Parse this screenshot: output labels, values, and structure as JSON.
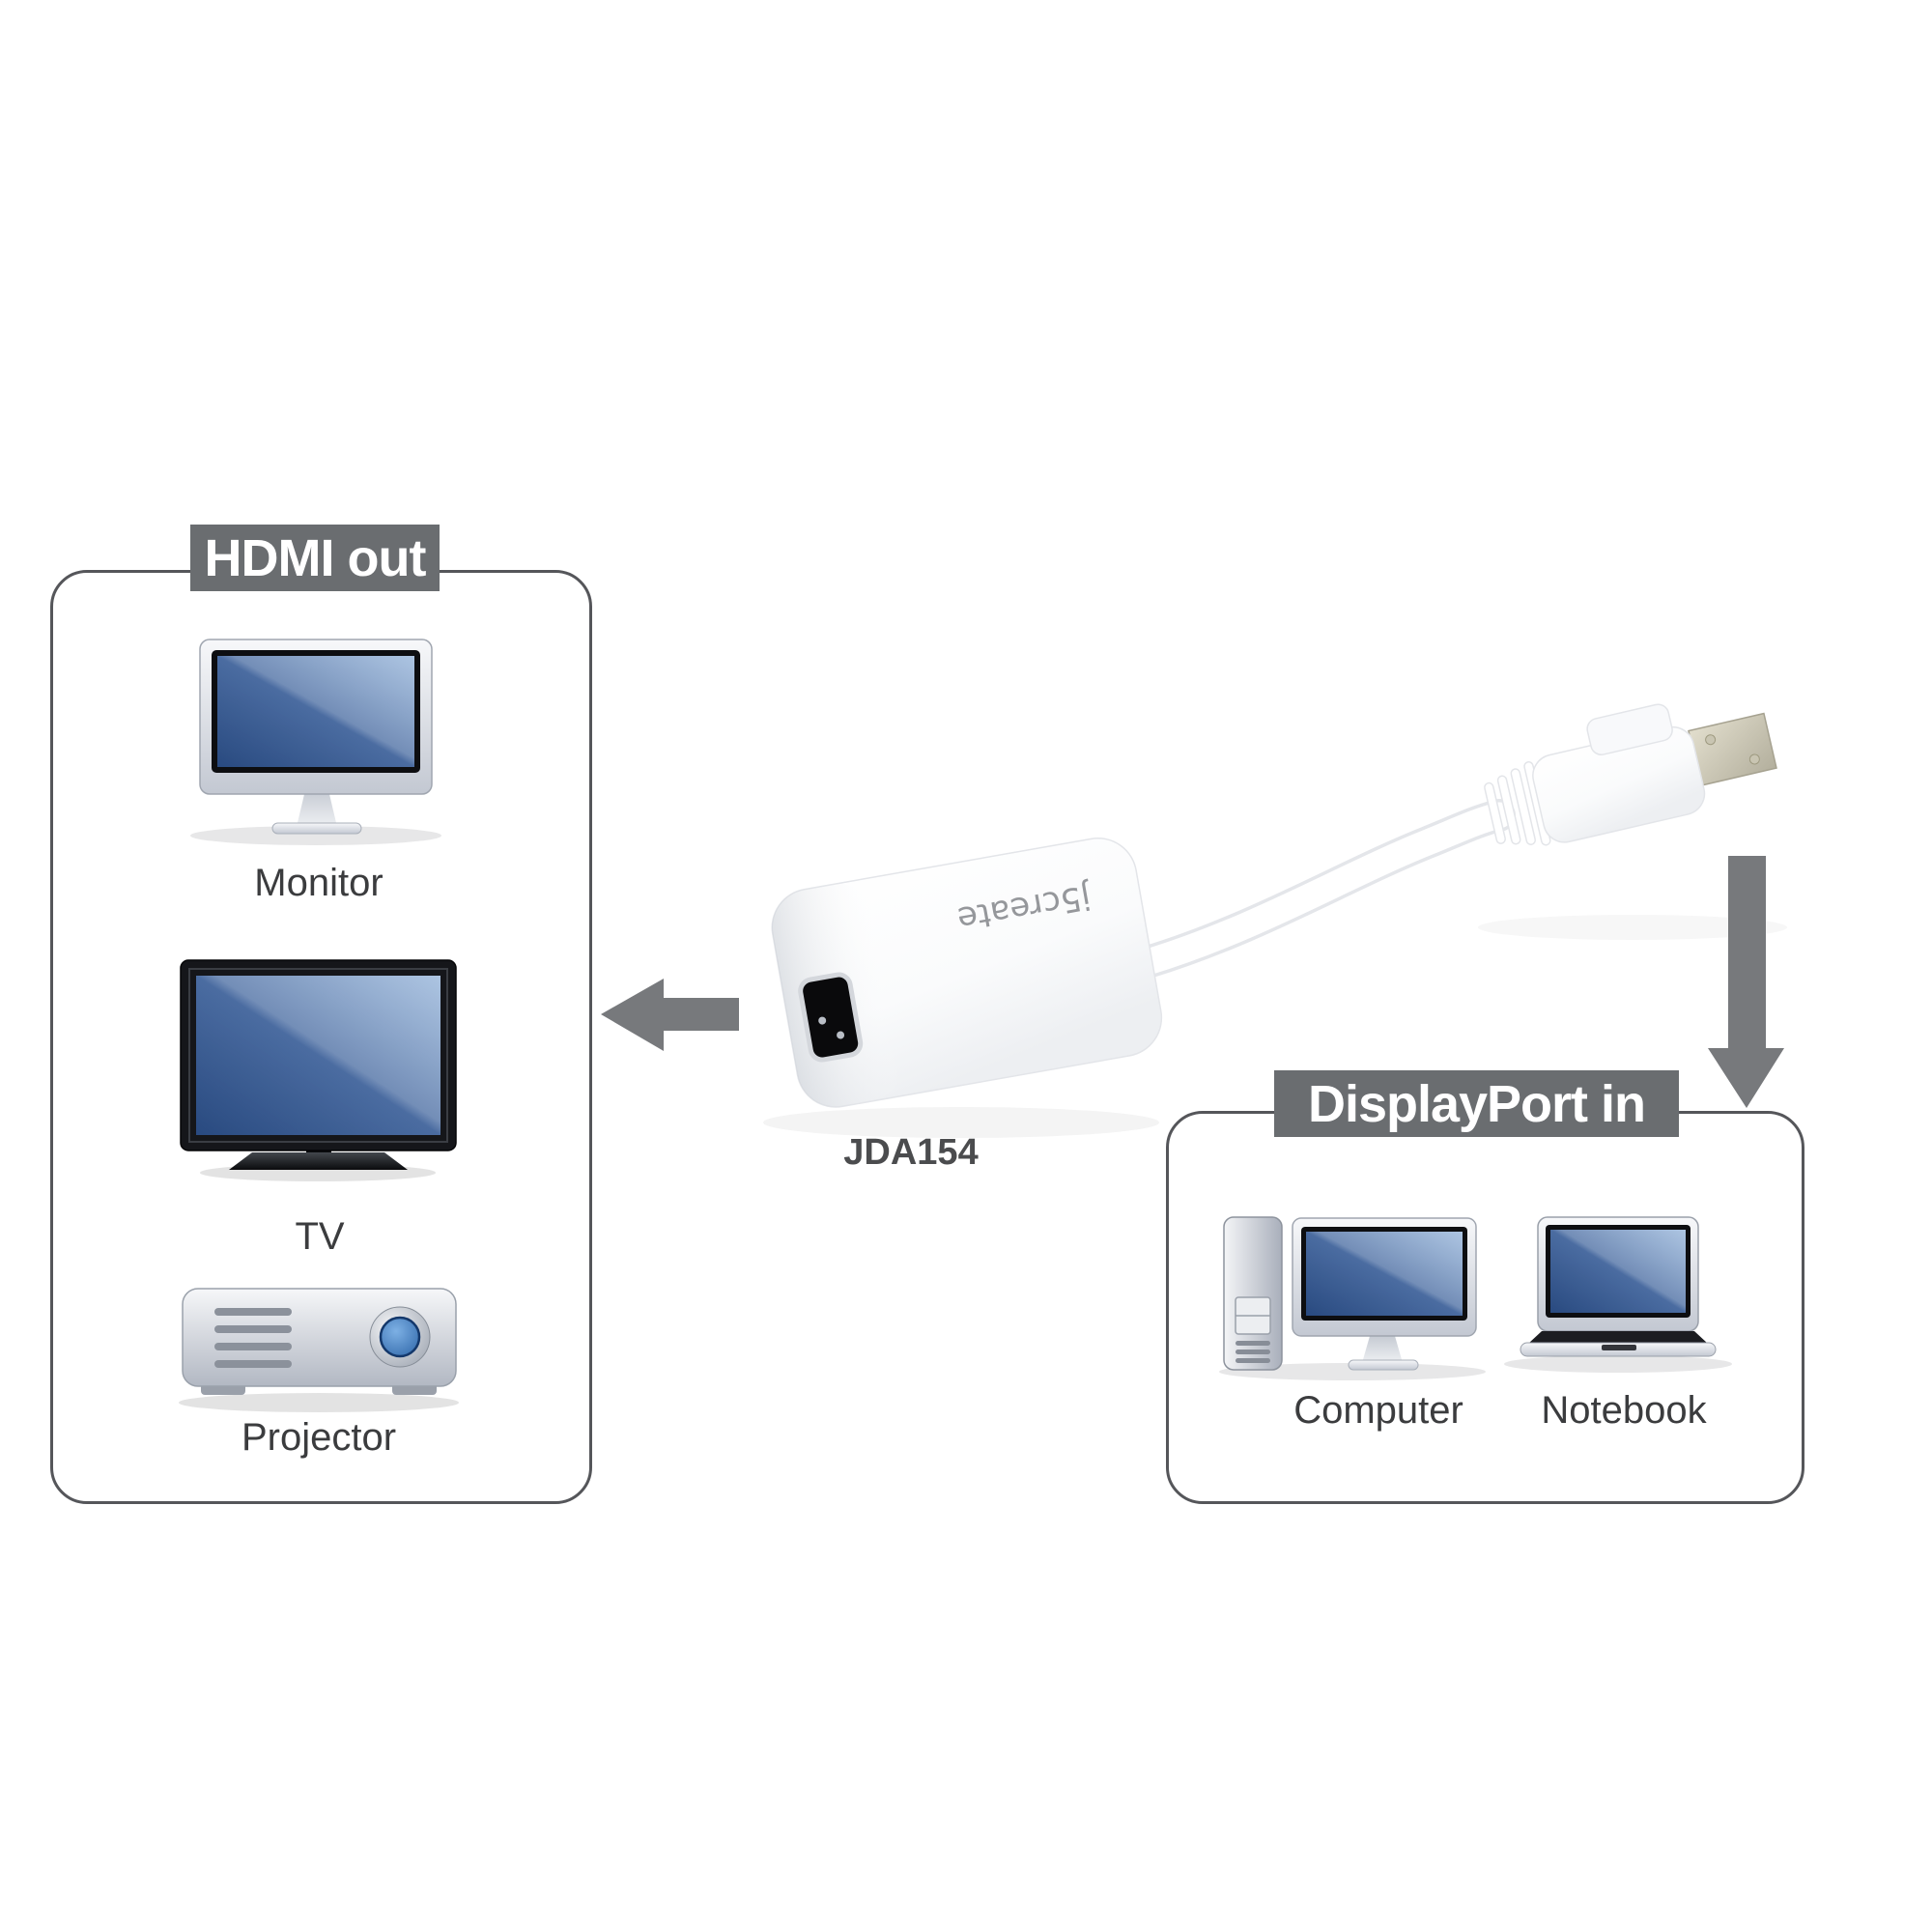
{
  "page": {
    "background": "#ffffff"
  },
  "colors": {
    "header_box_bg": "#6a6d70",
    "header_text": "#ffffff",
    "group_box_border": "#55565a",
    "arrow_gray": "#77797c",
    "device_label_text": "#3b3c3e",
    "model_text": "#4b4c4e",
    "screen_blue_dark": "#294a80",
    "screen_blue_light": "#86a9d4",
    "adapter_body": "#ffffff",
    "connector_metal_tip": "#d3cfbd"
  },
  "hdmi_out_box": {
    "title": "HDMI out",
    "devices": [
      {
        "label": "Monitor"
      },
      {
        "label": "TV"
      },
      {
        "label": "Projector"
      }
    ]
  },
  "adapter": {
    "model": "JDA154",
    "brand": "j5create"
  },
  "displayport_in_box": {
    "title": "DisplayPort in",
    "devices": [
      {
        "label": "Computer"
      },
      {
        "label": "Notebook"
      }
    ]
  }
}
